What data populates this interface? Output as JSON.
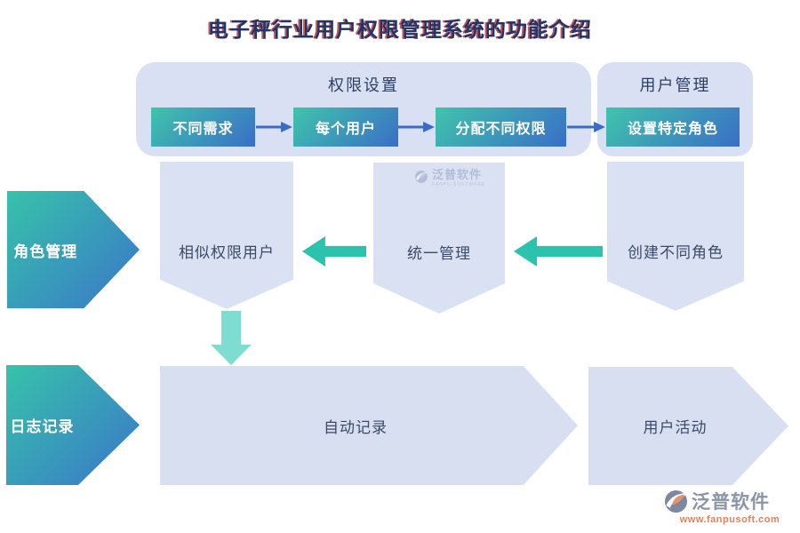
{
  "title": "电子秤行业用户权限管理系统的功能介绍",
  "panels": {
    "permission": {
      "label": "权限设置",
      "steps": [
        "不同需求",
        "每个用户",
        "分配不同权限"
      ]
    },
    "user": {
      "label": "用户管理",
      "steps": [
        "设置特定角色"
      ]
    }
  },
  "flow": {
    "role_label": "角色管理",
    "similar_users": "相似权限用户",
    "unified": "统一管理",
    "create_roles": "创建不同角色",
    "log_label": "日志记录",
    "auto_record": "自动记录",
    "user_activity": "用户活动"
  },
  "watermark": {
    "brand": "泛普软件",
    "brand_sub": "FANPU SOFTWARE",
    "url": "www.fanpusoft.com"
  },
  "colors": {
    "accent_teal": "#2cc3ae",
    "accent_blue": "#3a6cc6",
    "button_gradient_start": "#40c4ac",
    "button_gradient_end": "#3a6ec7",
    "panel_bg": "#d9e0f3",
    "shape_bg": "#dae1f3",
    "mint_arrow": "#7edcd0",
    "title_color": "#20356b",
    "title_shadow": "#b02020",
    "brand_gray": "#8c94a8",
    "url_orange": "#e0825c"
  }
}
